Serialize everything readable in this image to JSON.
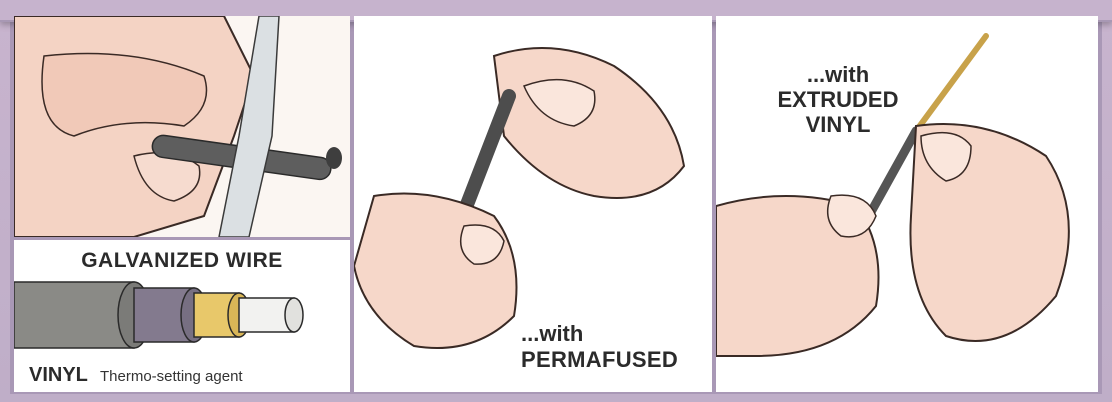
{
  "panels": {
    "galvanized": {
      "heading": "GALVANIZED WIRE",
      "vinyl": "VINYL",
      "agent": "Thermo-setting agent"
    },
    "permafused": {
      "line1": "...with",
      "line2": "PERMAFUSED"
    },
    "extruded": {
      "line1": "...with",
      "line2": "EXTRUDED",
      "line3": "VINYL"
    }
  },
  "colors": {
    "frame": "#a998b6",
    "skin": "#f6d7c9",
    "wire_outer": "#8a8a86",
    "vinyl_layer": "#837a8e",
    "agent_layer": "#e8c86a"
  }
}
